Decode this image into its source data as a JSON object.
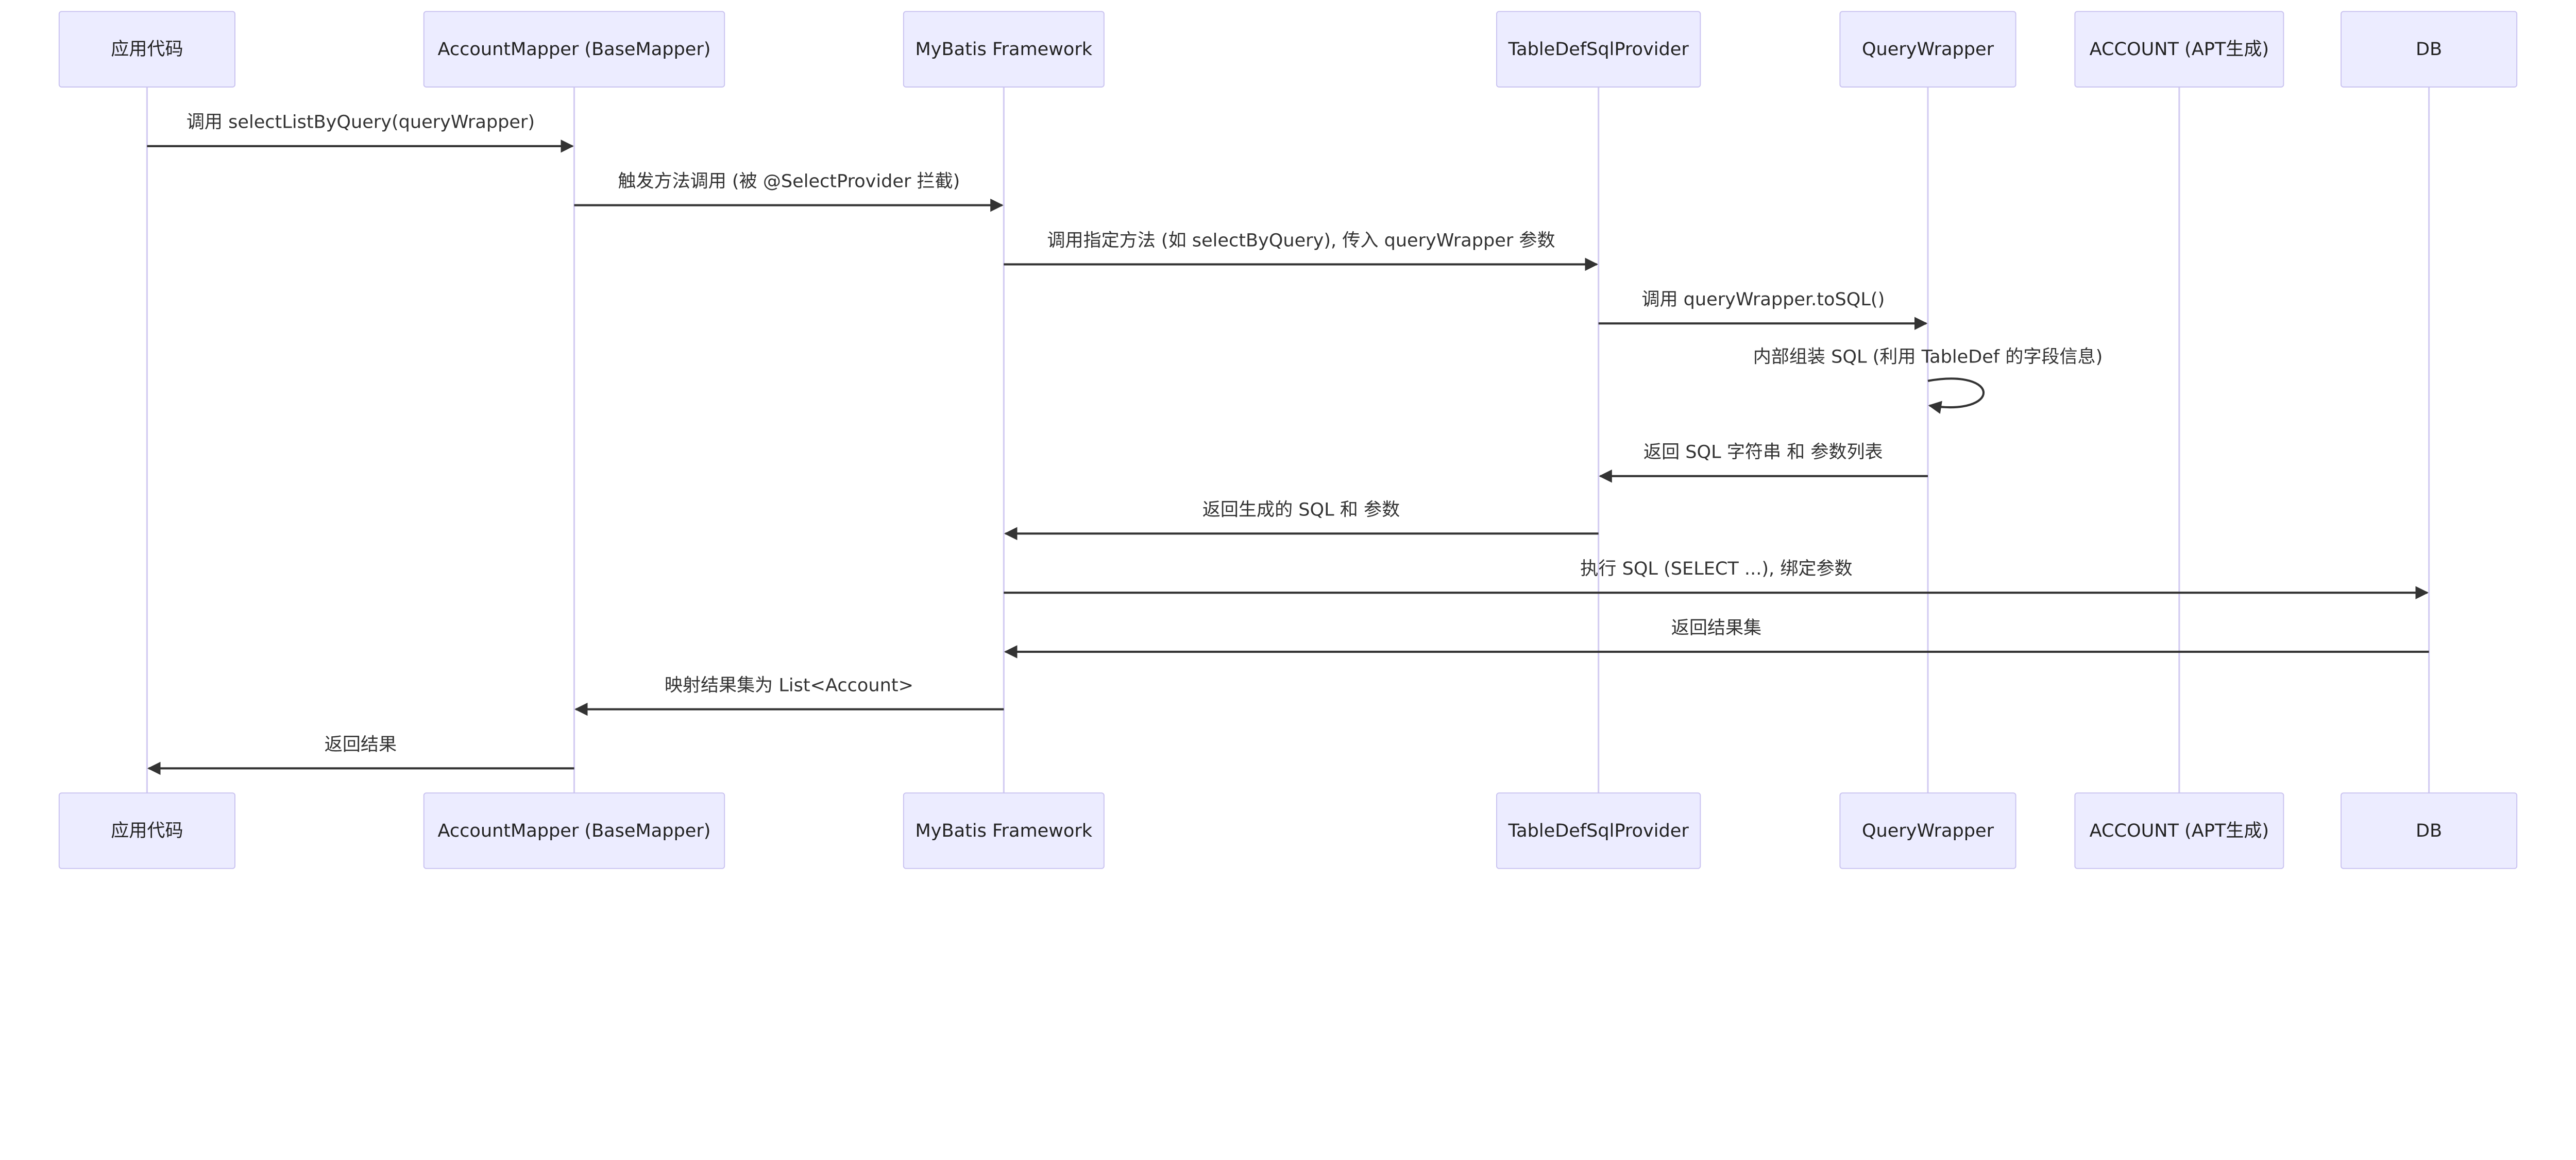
{
  "participants": [
    "应用代码",
    "AccountMapper (BaseMapper)",
    "MyBatis Framework",
    "TableDefSqlProvider",
    "QueryWrapper",
    "ACCOUNT (APT生成)",
    "DB"
  ],
  "messages": [
    {
      "from": 0,
      "to": 1,
      "label": "调用 selectListByQuery(queryWrapper)"
    },
    {
      "from": 1,
      "to": 2,
      "label": "触发方法调用 (被 @SelectProvider 拦截)"
    },
    {
      "from": 2,
      "to": 3,
      "label": "调用指定方法 (如 selectByQuery), 传入 queryWrapper 参数"
    },
    {
      "from": 3,
      "to": 4,
      "label": "调用 queryWrapper.toSQL()"
    },
    {
      "from": 4,
      "to": 4,
      "label": "内部组装 SQL (利用 TableDef 的字段信息)"
    },
    {
      "from": 4,
      "to": 3,
      "label": "返回 SQL 字符串 和 参数列表"
    },
    {
      "from": 3,
      "to": 2,
      "label": "返回生成的 SQL 和 参数"
    },
    {
      "from": 2,
      "to": 6,
      "label": "执行 SQL (SELECT ...), 绑定参数"
    },
    {
      "from": 6,
      "to": 2,
      "label": "返回结果集"
    },
    {
      "from": 2,
      "to": 1,
      "label": "映射结果集为 List<Account>"
    },
    {
      "from": 1,
      "to": 0,
      "label": "返回结果"
    }
  ],
  "colors": {
    "actor_fill": "#ECECFF",
    "actor_border": "#c9c2f0",
    "lifeline": "#d3ccf2",
    "arrow": "#333333"
  }
}
